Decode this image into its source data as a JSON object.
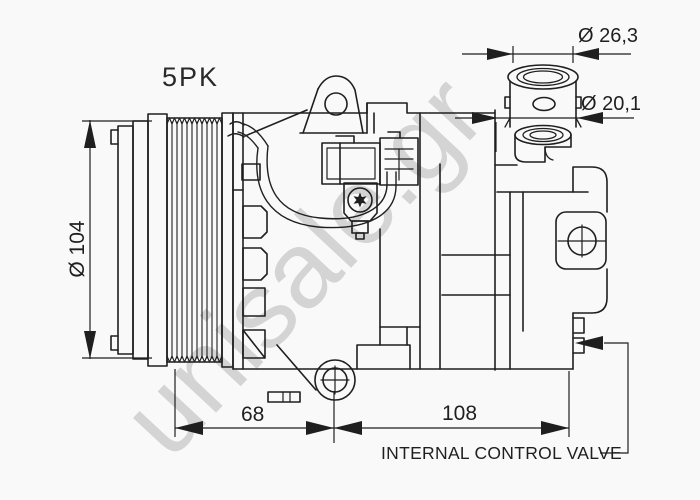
{
  "watermark": {
    "text": "unisale.gr",
    "color": "#d4d4d4"
  },
  "labels": {
    "belt_type": "5PK",
    "internal_control_valve": "INTERNAL CONTROL VALVE"
  },
  "dimensions": {
    "pulley_diameter": "Ø 104",
    "front_length": "68",
    "rear_length": "108",
    "port_outer_diameter": "Ø 26,3",
    "port_inner_diameter": "Ø 20,1"
  },
  "colors": {
    "line": "#1f1f1f",
    "background": "#f9f9f9",
    "watermark": "#d4d4d4"
  }
}
